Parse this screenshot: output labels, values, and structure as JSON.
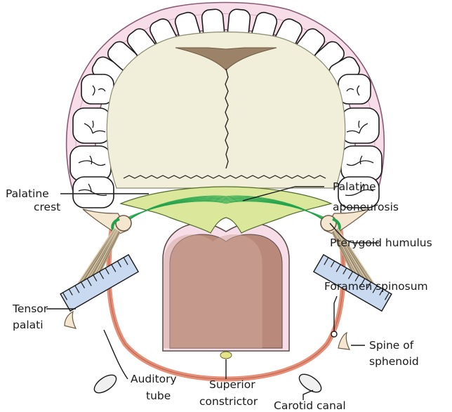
{
  "colors": {
    "gum": "#f6dde8",
    "gum_outline": "#8a5b76",
    "palate": "#f1efd9",
    "aponeurosis": "#dbe79a",
    "muscle_fibre": "#1fa24a",
    "constrictor": "#e88d76",
    "tongue": "#b98a7c",
    "bone": "#f5e6cf",
    "tube_blue": "#c9d9f0"
  },
  "labels": {
    "palatine_crest": [
      "Palatine",
      "crest"
    ],
    "palatine_aponeurosis": [
      "Palatine",
      "aponeurosis"
    ],
    "pterygoid_humulus": "Pterygoid humulus",
    "foramen_spinosum": "Foramen spinosum",
    "tensor_palati": [
      "Tensor",
      "palati"
    ],
    "spine_of_sphenoid": [
      "Spine of",
      "sphenoid"
    ],
    "auditory_tube": [
      "Auditory",
      "tube"
    ],
    "superior_constrictor": [
      "Superior",
      "constrictor"
    ],
    "carotid_canal": "Carotid canal"
  }
}
